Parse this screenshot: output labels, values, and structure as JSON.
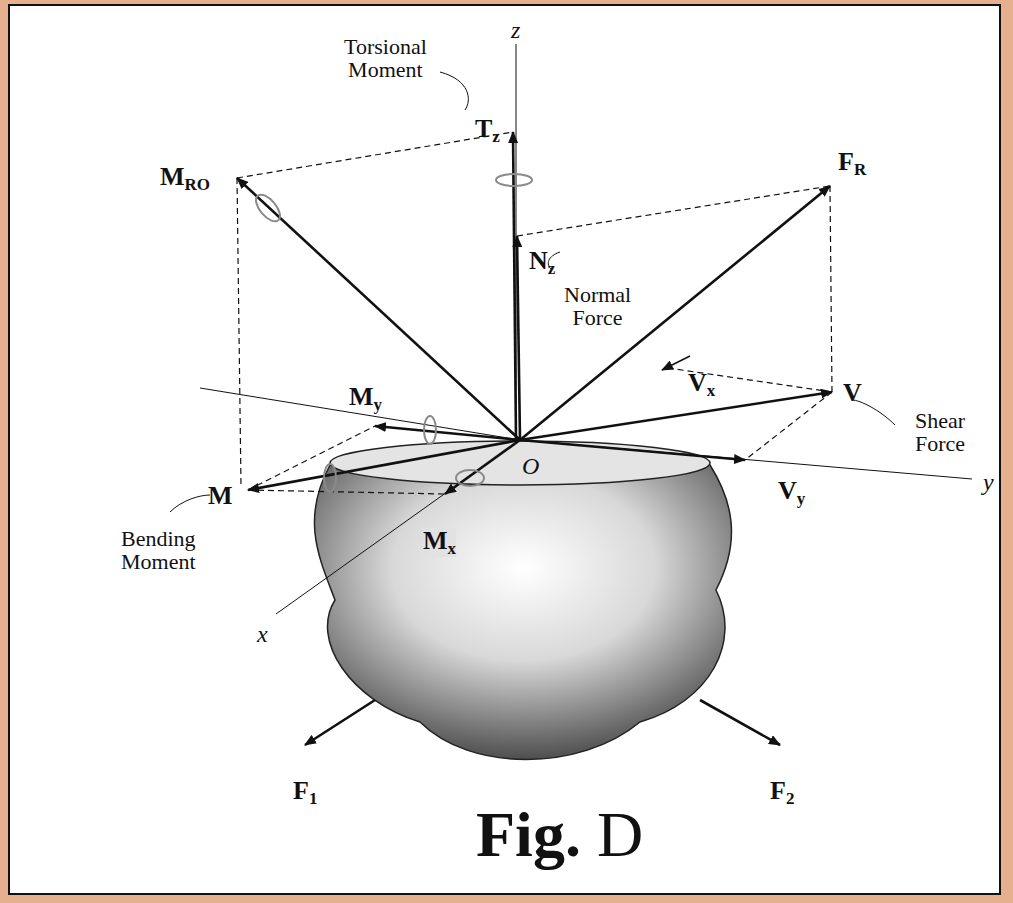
{
  "diagram": {
    "caption": "Fig. D",
    "labels": [
      "Torsional Moment",
      "z",
      "Tz",
      "MRO",
      "FR",
      "Nz",
      "Normal Force",
      "Vx",
      "V",
      "Shear Force",
      "My",
      "O",
      "M",
      "Bending Moment",
      "Vy",
      "y",
      "Mx",
      "x",
      "F1",
      "F2"
    ]
  }
}
